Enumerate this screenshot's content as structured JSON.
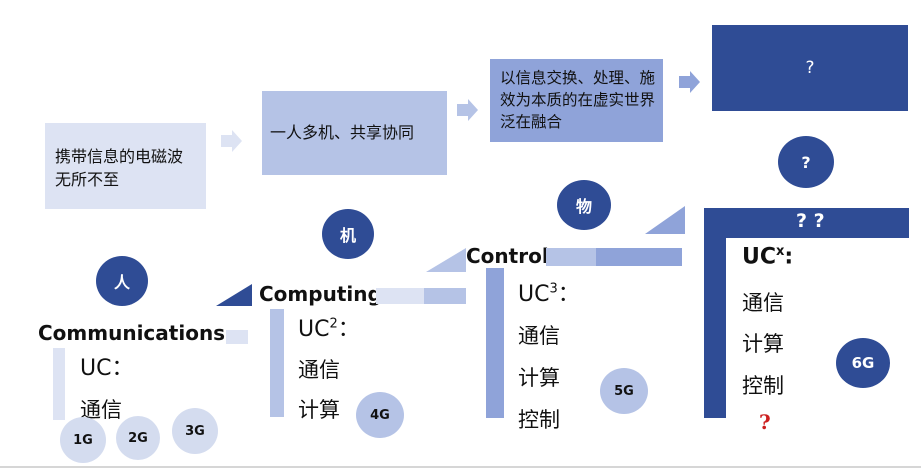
{
  "stages": {
    "s1": "携带信息的电磁波无所不至",
    "s2": "一人多机、共享协同",
    "s3": "以信息交换、处理、施效为本质的在虚实世界泛在融合",
    "s4": "?"
  },
  "circles": {
    "ren": "人",
    "ji": "机",
    "wu": "物",
    "q": "?",
    "g1": "1G",
    "g2": "2G",
    "g3": "3G",
    "g4": "4G",
    "g5": "5G",
    "g6": "6G"
  },
  "steps": {
    "communications": "Communications",
    "computing": "Computing",
    "control": "Control",
    "header6g": "? ?"
  },
  "uc": {
    "uc1": "UC：",
    "uc2_base": "UC",
    "uc2_sup": "2",
    "uc2_colon": "：",
    "uc3_base": "UC",
    "uc3_sup": "3",
    "uc3_colon": "：",
    "ucx_base": "UC",
    "ucx_sup": "x",
    "ucx_colon": ":"
  },
  "items": {
    "tongxin": "通信",
    "jisuan": "计算",
    "kongzhi": "控制",
    "unknown": "?"
  },
  "colors": {
    "dark": "#2f4c95",
    "mid": "#8fa3d9",
    "light": "#b5c3e6",
    "pale": "#dde3f3",
    "red": "#cc1f1f"
  }
}
